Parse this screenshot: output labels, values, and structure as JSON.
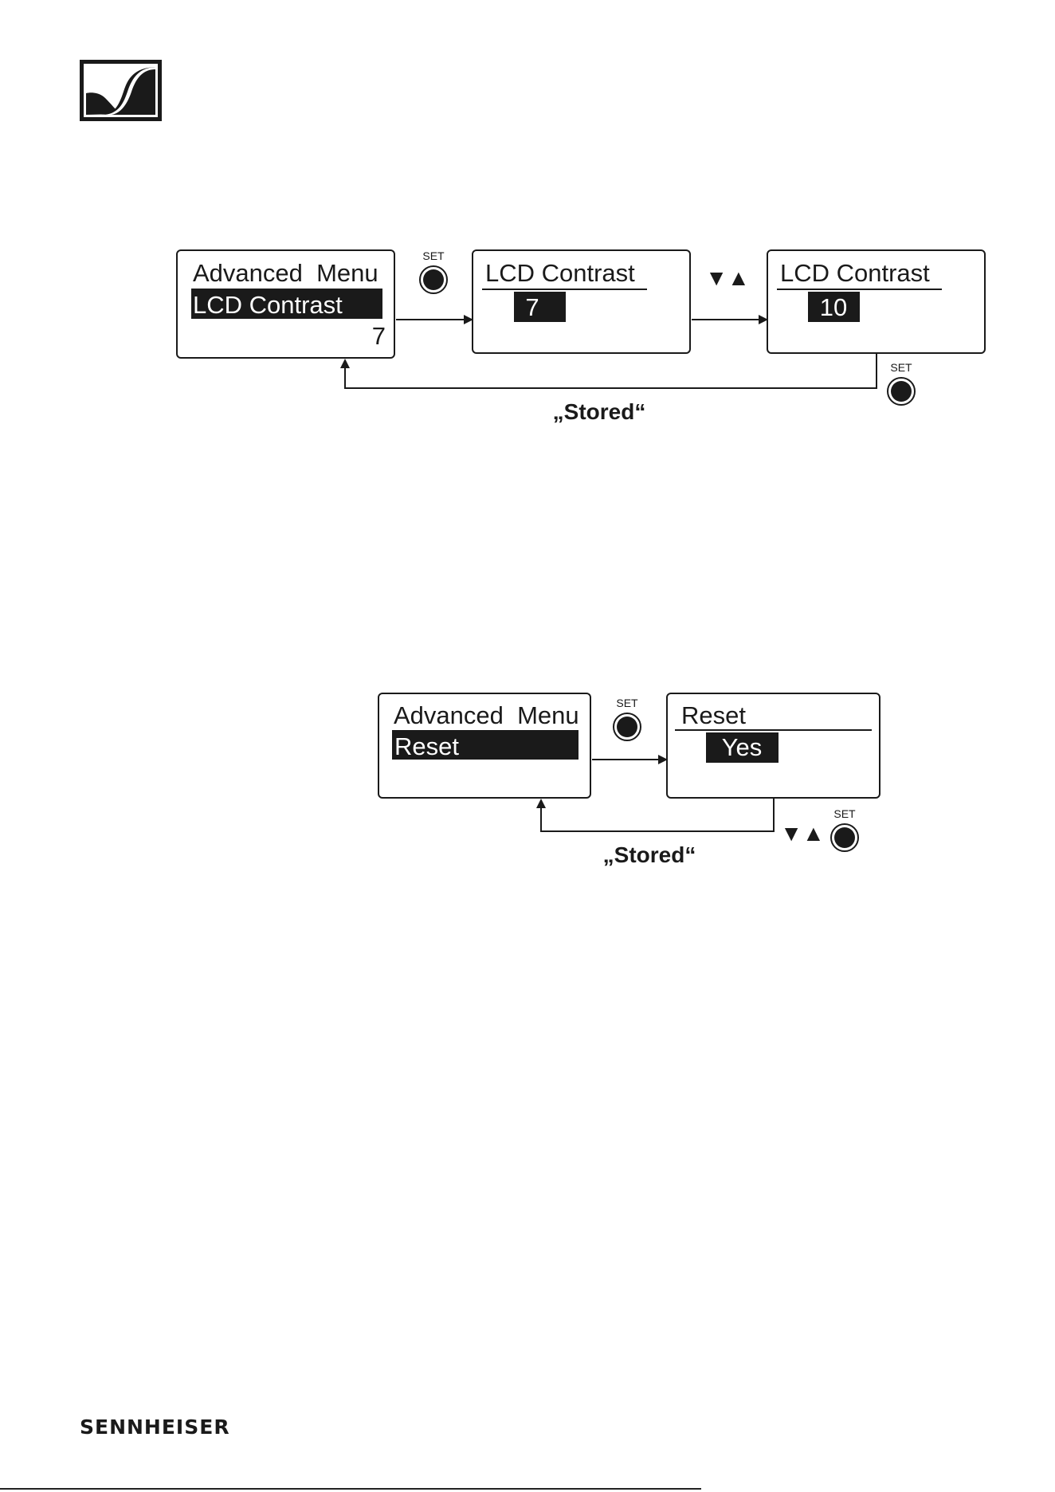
{
  "brand": {
    "name": "SENNHEISER"
  },
  "colors": {
    "ink": "#1a1a1a",
    "paper": "#ffffff"
  },
  "diagram1": {
    "screen1": {
      "line1": "Advanced  Menu",
      "highlight": "LCD Contrast",
      "value": "7"
    },
    "button1": {
      "label": "SET"
    },
    "screen2": {
      "title": "LCD Contrast",
      "value": "7"
    },
    "arrows": {
      "glyph": "▼▲"
    },
    "screen3": {
      "title": "LCD Contrast",
      "value": "10"
    },
    "button2": {
      "label": "SET"
    },
    "stored": "„Stored“"
  },
  "diagram2": {
    "screen1": {
      "line1": "Advanced  Menu",
      "highlight": "Reset"
    },
    "button1": {
      "label": "SET"
    },
    "screen2": {
      "title": "Reset",
      "value": "Yes"
    },
    "arrows": {
      "glyph": "▼▲"
    },
    "button2": {
      "label": "SET"
    },
    "stored": "„Stored“"
  }
}
